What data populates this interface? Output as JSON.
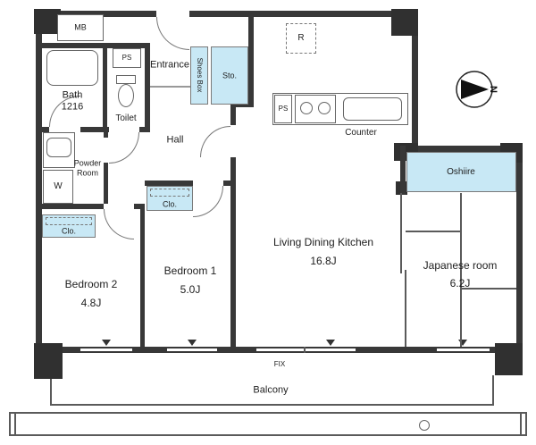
{
  "rooms": {
    "entrance": {
      "name": "Entrance"
    },
    "hall": {
      "name": "Hall"
    },
    "bath": {
      "name": "Bath",
      "size": "1216"
    },
    "toilet": {
      "name": "Toilet"
    },
    "powder_room": {
      "name_line1": "Powder",
      "name_line2": "Room"
    },
    "bedroom1": {
      "name": "Bedroom 1",
      "size": "5.0J"
    },
    "bedroom2": {
      "name": "Bedroom 2",
      "size": "4.8J"
    },
    "ldk": {
      "name": "Living Dining Kitchen",
      "size": "16.8J"
    },
    "japanese_room": {
      "name": "Japanese room",
      "size": "6.2J"
    },
    "balcony": {
      "name": "Balcony"
    }
  },
  "storage": {
    "mb": "MB",
    "shoes_box": "Shoes Box",
    "sto": "Sto.",
    "closet_bedroom1": "Clo.",
    "closet_bedroom2": "Clo.",
    "oshiire": "Oshiire"
  },
  "fixtures": {
    "ps_bath": "PS",
    "ps_kitchen": "PS",
    "washer": "W",
    "fridge": "R",
    "counter": "Counter",
    "fix_window": "FIX"
  },
  "compass": {
    "north": "N"
  },
  "colors": {
    "wall": "#383838",
    "closet_fill": "#c8e8f5",
    "line": "#666666"
  }
}
